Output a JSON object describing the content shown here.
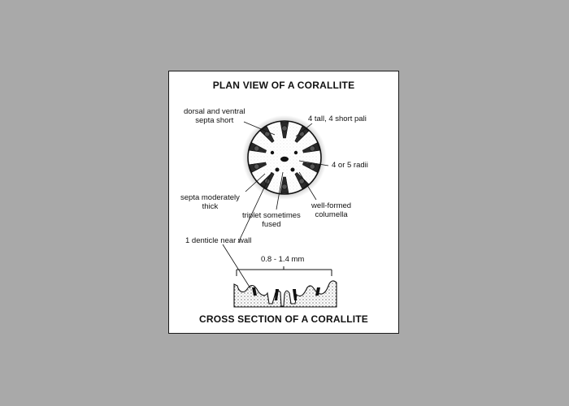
{
  "figure": {
    "title_top": "PLAN VIEW OF A CORALLITE",
    "title_bottom": "CROSS SECTION OF A CORALLITE",
    "labels": {
      "dorsal_ventral": [
        "dorsal and ventral",
        "septa short"
      ],
      "pali": "4 tall, 4 short pali",
      "radii": "4 or 5 radii",
      "septa_thick": [
        "septa moderately",
        "thick"
      ],
      "columella": [
        "well-formed",
        "columella"
      ],
      "triplet": [
        "triplet sometimes",
        "fused"
      ],
      "denticle": "1 denticle near wall",
      "measurement": "0.8 - 1.4 mm"
    },
    "colors": {
      "background": "#a9a9a9",
      "panel": "#ffffff",
      "ink": "#111111"
    }
  }
}
